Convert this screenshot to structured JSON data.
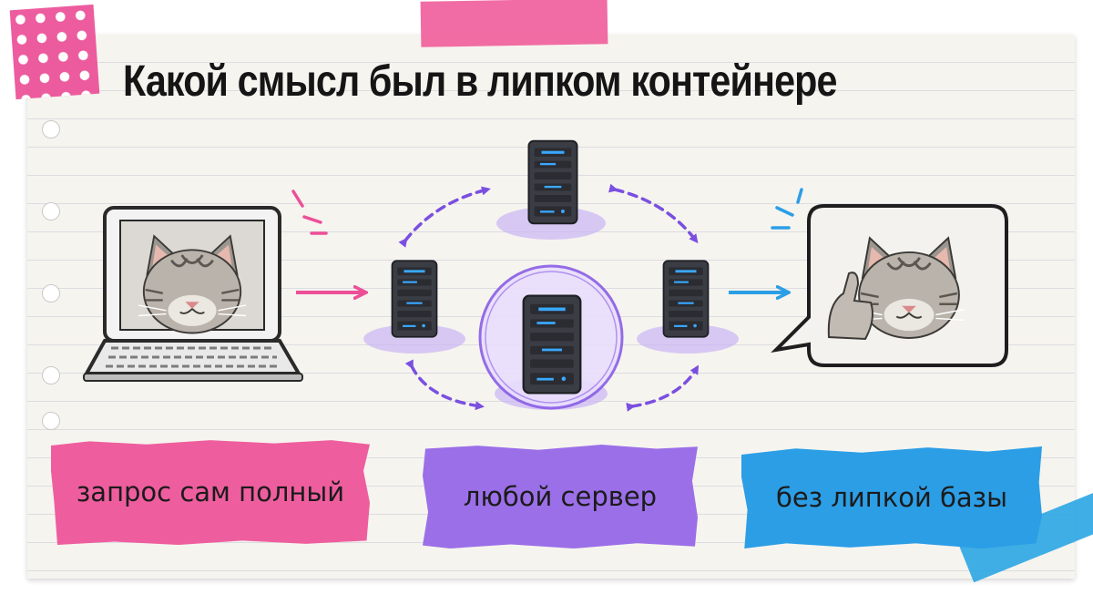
{
  "title": "Какой смысл был в липком контейнере",
  "labels": {
    "pink": "запрос сам полный",
    "purple": "любой сервер",
    "blue": "без липкой базы"
  },
  "colors": {
    "pink": "#ee5e9e",
    "purple": "#9b6fe8",
    "blue": "#2c9ee6",
    "arrow_purple": "#7a4fe0",
    "server_body": "#3a3d44",
    "server_led": "#3aa8ff"
  },
  "icons": {
    "laptop": "laptop-with-cat-icon",
    "server": "server-tower-icon",
    "speech": "speech-bubble-cat-thumbs-up-icon"
  }
}
